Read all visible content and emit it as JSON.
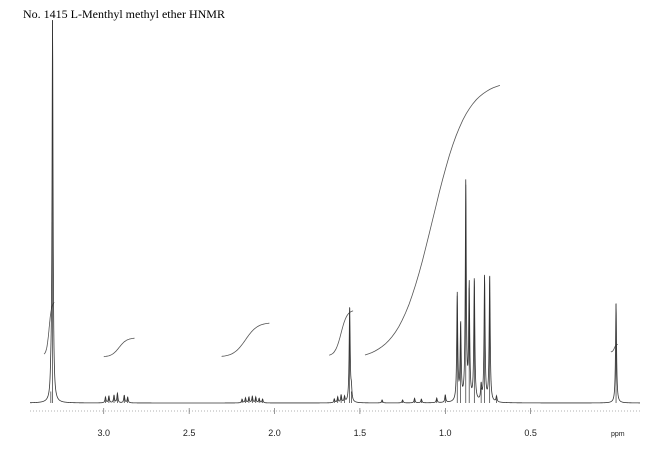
{
  "chart_data": {
    "type": "line",
    "title": "No. 1415 L-Menthyl methyl ether HNMR",
    "xlabel": "ppm",
    "ylabel": "",
    "x_reversed": true,
    "xlim": [
      3.35,
      -0.07
    ],
    "ylim": [
      0,
      1.0
    ],
    "x_ticks": [
      {
        "value": 3.0,
        "label": "3.0"
      },
      {
        "value": 2.5,
        "label": "2.5"
      },
      {
        "value": 2.0,
        "label": "2.0"
      },
      {
        "value": 1.5,
        "label": "1.5"
      },
      {
        "value": 1.0,
        "label": "1.0"
      },
      {
        "value": 0.5,
        "label": "0.5"
      }
    ],
    "grid": false,
    "legend": "none",
    "series": [
      {
        "values": [
          {
            "ppm": 3.3,
            "height": 1.0
          },
          {
            "ppm": 3.31,
            "height": 0.03
          },
          {
            "ppm": 2.99,
            "height": 0.015
          },
          {
            "ppm": 2.97,
            "height": 0.018
          },
          {
            "ppm": 2.94,
            "height": 0.02
          },
          {
            "ppm": 2.92,
            "height": 0.025
          },
          {
            "ppm": 2.88,
            "height": 0.02
          },
          {
            "ppm": 2.86,
            "height": 0.015
          },
          {
            "ppm": 2.19,
            "height": 0.01
          },
          {
            "ppm": 2.17,
            "height": 0.013
          },
          {
            "ppm": 2.15,
            "height": 0.015
          },
          {
            "ppm": 2.13,
            "height": 0.017
          },
          {
            "ppm": 2.11,
            "height": 0.015
          },
          {
            "ppm": 2.09,
            "height": 0.012
          },
          {
            "ppm": 2.07,
            "height": 0.01
          },
          {
            "ppm": 1.65,
            "height": 0.01
          },
          {
            "ppm": 1.63,
            "height": 0.015
          },
          {
            "ppm": 1.61,
            "height": 0.02
          },
          {
            "ppm": 1.59,
            "height": 0.015
          },
          {
            "ppm": 1.56,
            "height": 0.25
          },
          {
            "ppm": 1.55,
            "height": 0.03
          },
          {
            "ppm": 1.37,
            "height": 0.008
          },
          {
            "ppm": 1.25,
            "height": 0.008
          },
          {
            "ppm": 1.18,
            "height": 0.012
          },
          {
            "ppm": 1.14,
            "height": 0.01
          },
          {
            "ppm": 1.05,
            "height": 0.012
          },
          {
            "ppm": 1.0,
            "height": 0.02
          },
          {
            "ppm": 0.93,
            "height": 0.28
          },
          {
            "ppm": 0.91,
            "height": 0.2
          },
          {
            "ppm": 0.88,
            "height": 0.57
          },
          {
            "ppm": 0.86,
            "height": 0.3
          },
          {
            "ppm": 0.83,
            "height": 0.32
          },
          {
            "ppm": 0.79,
            "height": 0.04
          },
          {
            "ppm": 0.77,
            "height": 0.33
          },
          {
            "ppm": 0.74,
            "height": 0.33
          },
          {
            "ppm": 0.7,
            "height": 0.015
          },
          {
            "ppm": 0.0,
            "height": 0.26
          }
        ]
      }
    ],
    "integral_curves": [
      {
        "ppm_start": 3.35,
        "ppm_end": 3.29,
        "rise": 0.14
      },
      {
        "ppm_start": 3.0,
        "ppm_end": 2.82,
        "rise": 0.05
      },
      {
        "ppm_start": 2.31,
        "ppm_end": 2.03,
        "rise": 0.09
      },
      {
        "ppm_start": 1.68,
        "ppm_end": 1.54,
        "rise": 0.12
      },
      {
        "ppm_start": 1.47,
        "ppm_end": 0.68,
        "rise": 0.73
      },
      {
        "ppm_start": 0.03,
        "ppm_end": -0.01,
        "rise": 0.02
      }
    ]
  }
}
